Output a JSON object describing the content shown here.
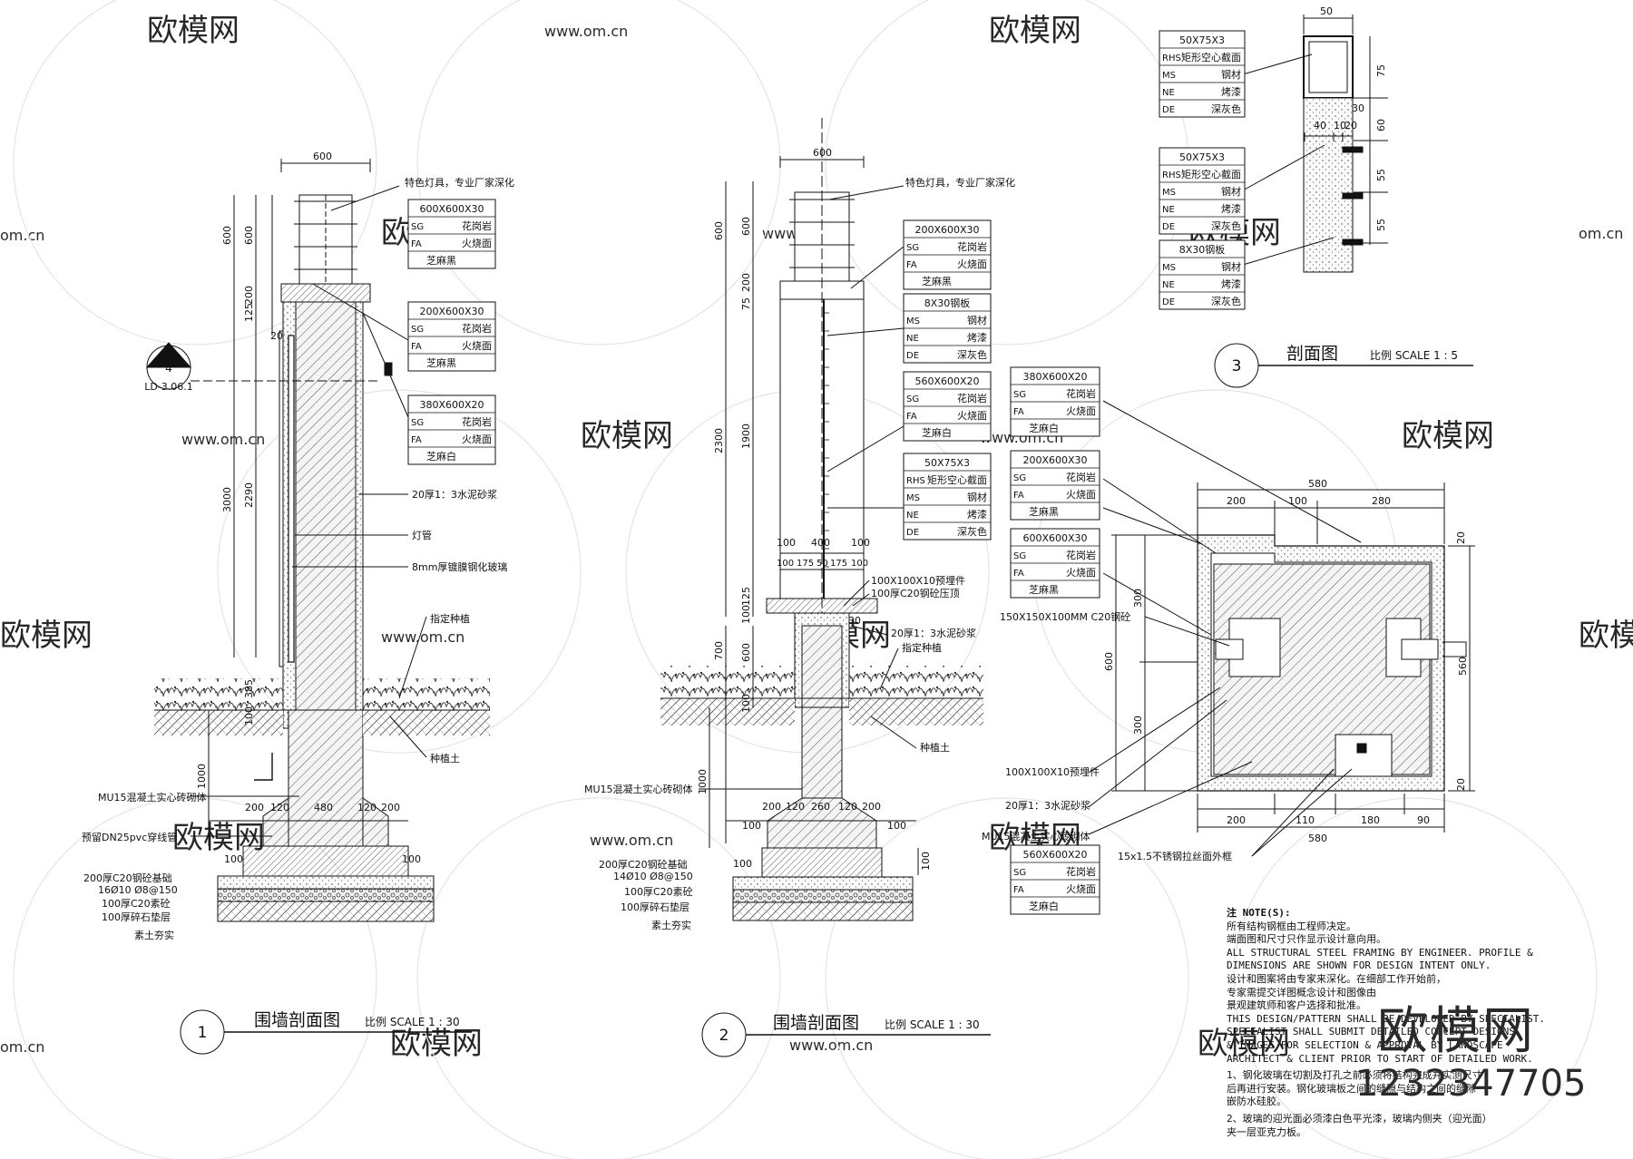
{
  "watermark": {
    "brand": "欧模网",
    "url": "www.om.cn",
    "url_short": "om.cn",
    "code": "1232347705"
  },
  "drawing1": {
    "number": "1",
    "title": "围墙剖面图",
    "scale": "比例 SCALE 1 : 30",
    "callout": {
      "number": "4",
      "sheet": "LD-3.06.1"
    },
    "dims": {
      "top_w": "600",
      "lamp_h": "600",
      "lamp_h2": "600",
      "cap_h": "200",
      "cap_h2": "125",
      "total": "3000",
      "glass": "2290",
      "side": "20",
      "below1": "385",
      "below2": "100",
      "foundation": "1000",
      "base": [
        "200",
        "120",
        "480",
        "120",
        "200"
      ],
      "footing_100a": "100",
      "footing_100b": "100"
    },
    "labels": {
      "lamp": "特色灯具，专业厂家深化",
      "mortar": "20厚1：3水泥砂浆",
      "tube": "灯管",
      "glass": "8mm厚镀膜钢化玻璃",
      "plant": "指定种植",
      "soil": "种植土",
      "brick": "MU15混凝土实心砖砌体",
      "pipe": "预留DN25pvc穿线管",
      "footing1": "200厚C20钢砼基础",
      "footing2": "16Ø10 Ø8@150",
      "c20": "100厚C20素砼",
      "gravel": "100厚碎石垫层",
      "earth": "素土夯实"
    },
    "tables": [
      {
        "size": "600X600X30",
        "rows": [
          [
            "SG",
            "花岗岩"
          ],
          [
            "FA",
            "火烧面"
          ],
          [
            "",
            "芝麻黑"
          ]
        ]
      },
      {
        "size": "200X600X30",
        "rows": [
          [
            "SG",
            "花岗岩"
          ],
          [
            "FA",
            "火烧面"
          ],
          [
            "",
            "芝麻黑"
          ]
        ]
      },
      {
        "size": "380X600X20",
        "rows": [
          [
            "SG",
            "花岗岩"
          ],
          [
            "FA",
            "火烧面"
          ],
          [
            "",
            "芝麻白"
          ]
        ]
      }
    ]
  },
  "drawing2": {
    "number": "2",
    "title": "围墙剖面图",
    "scale": "比例 SCALE 1 : 30",
    "dims": {
      "top_w": "600",
      "h600": "600",
      "h600b": "600",
      "h200": "200",
      "h75": "75",
      "h2300": "2300",
      "h1900": "1900",
      "h125": "125",
      "h100": "100",
      "h700": "700",
      "h600c": "600",
      "h100b": "100",
      "h1000": "1000",
      "top_row": [
        "100",
        "400",
        "100"
      ],
      "sub_row": [
        "100",
        "175",
        "50",
        "175",
        "100"
      ],
      "right30": "30",
      "base": [
        "200",
        "120",
        "260",
        "120",
        "200"
      ],
      "footing_100a": "100",
      "footing_100b": "100",
      "footing_100c": "100",
      "footing_100d": "100"
    },
    "labels": {
      "lamp": "特色灯具，专业厂家深化",
      "embed": "100X100X10预埋件",
      "cap": "100厚C20钢砼压顶",
      "mortar": "20厚1：3水泥砂浆",
      "plant": "指定种植",
      "soil": "种植土",
      "brick": "MU15混凝土实心砖砌体",
      "footing1": "200厚C20钢砼基础",
      "footing2": "14Ø10 Ø8@150",
      "c20": "100厚C20素砼",
      "gravel": "100厚碎石垫层",
      "earth": "素土夯实"
    },
    "tables": [
      {
        "size": "200X600X30",
        "rows": [
          [
            "SG",
            "花岗岩"
          ],
          [
            "FA",
            "火烧面"
          ],
          [
            "",
            "芝麻黑"
          ]
        ]
      },
      {
        "size": "8X30钢板",
        "rows": [
          [
            "MS",
            "钢材"
          ],
          [
            "NE",
            "烤漆"
          ],
          [
            "DE",
            "深灰色"
          ]
        ]
      },
      {
        "size": "560X600X20",
        "rows": [
          [
            "SG",
            "花岗岩"
          ],
          [
            "FA",
            "火烧面"
          ],
          [
            "",
            "芝麻白"
          ]
        ]
      },
      {
        "size": "50X75X3",
        "rows": [
          [
            "RHS",
            "矩形空心截面"
          ],
          [
            "MS",
            "钢材"
          ],
          [
            "NE",
            "烤漆"
          ],
          [
            "DE",
            "深灰色"
          ]
        ]
      }
    ]
  },
  "drawing3": {
    "number": "3",
    "title": "剖面图",
    "scale": "比例 SCALE 1 : 5",
    "dims": {
      "w": "50",
      "h75": "75",
      "h60": "60",
      "h55a": "55",
      "h55b": "55",
      "r30": "30",
      "b40": "40",
      "b10": "10",
      "b20": "20"
    },
    "tables": [
      {
        "size": "50X75X3",
        "rows": [
          [
            "RHS",
            "矩形空心截面"
          ],
          [
            "MS",
            "钢材"
          ],
          [
            "NE",
            "烤漆"
          ],
          [
            "DE",
            "深灰色"
          ]
        ]
      },
      {
        "size": "50X75X3",
        "rows": [
          [
            "RHS",
            "矩形空心截面"
          ],
          [
            "MS",
            "钢材"
          ],
          [
            "NE",
            "烤漆"
          ],
          [
            "DE",
            "深灰色"
          ]
        ]
      },
      {
        "size": "8X30钢板",
        "rows": [
          [
            "MS",
            "钢材"
          ],
          [
            "NE",
            "烤漆"
          ],
          [
            "DE",
            "深灰色"
          ]
        ]
      }
    ]
  },
  "plan": {
    "dims": {
      "top_total": "580",
      "top": [
        "200",
        "100",
        "280"
      ],
      "bottom_total": "580",
      "bottom": [
        "200",
        "110",
        "180",
        "90"
      ],
      "left_total": "600",
      "left": [
        "300",
        "300"
      ],
      "right": "560",
      "right20a": "20",
      "right20b": "20"
    },
    "labels": {
      "c20": "150X150X100MM C20钢砼",
      "embed": "100X100X10预埋件",
      "mortar": "20厚1：3水泥砂浆",
      "brick": "MU15混凝土实心砖砌体",
      "frame": "15x1.5不锈钢拉丝面外框"
    },
    "tables": [
      {
        "size": "380X600X20",
        "rows": [
          [
            "SG",
            "花岗岩"
          ],
          [
            "FA",
            "火烧面"
          ],
          [
            "",
            "芝麻白"
          ]
        ]
      },
      {
        "size": "200X600X30",
        "rows": [
          [
            "SG",
            "花岗岩"
          ],
          [
            "FA",
            "火烧面"
          ],
          [
            "",
            "芝麻黑"
          ]
        ]
      },
      {
        "size": "600X600X30",
        "rows": [
          [
            "SG",
            "花岗岩"
          ],
          [
            "FA",
            "火烧面"
          ],
          [
            "",
            "芝麻黑"
          ]
        ]
      },
      {
        "size": "560X600X20",
        "rows": [
          [
            "SG",
            "花岗岩"
          ],
          [
            "FA",
            "火烧面"
          ],
          [
            "",
            "芝麻白"
          ]
        ]
      }
    ]
  },
  "notes": {
    "header": "注  NOTE(S):",
    "lines": [
      "所有结构钢框由工程师决定。",
      "端面图和尺寸只作显示设计意向用。",
      "ALL STRUCTURAL STEEL FRAMING BY ENGINEER.  PROFILE &",
      "DIMENSIONS ARE SHOWN FOR DESIGN INTENT ONLY.",
      "设计和图案将由专家来深化。在细部工作开始前，",
      "专家需提交详图概念设计和图像由",
      "景观建筑师和客户选择和批准。",
      "THIS DESIGN/PATTERN SHALL BE DEVELOPED BY SPECIALIST.",
      "SPECIALIST SHALL SUBMIT DETAILED CONCEPT DESIGNS",
      "& IMAGES FOR SELECTION & APPROVAL BY LANDSCAPE",
      "ARCHITECT & CLIENT PRIOR TO START OF DETAILED WORK.",
      "1、钢化玻璃在切割及打孔之前必须将结构完成并实测尺寸",
      "后再进行安装。钢化玻璃板之间的缝隙与结构之间的缝隙",
      "嵌防水硅胶。",
      "2、玻璃的迎光面必须漆白色平光漆，玻璃内侧夹（迎光面）",
      "夹一层亚克力板。"
    ]
  }
}
